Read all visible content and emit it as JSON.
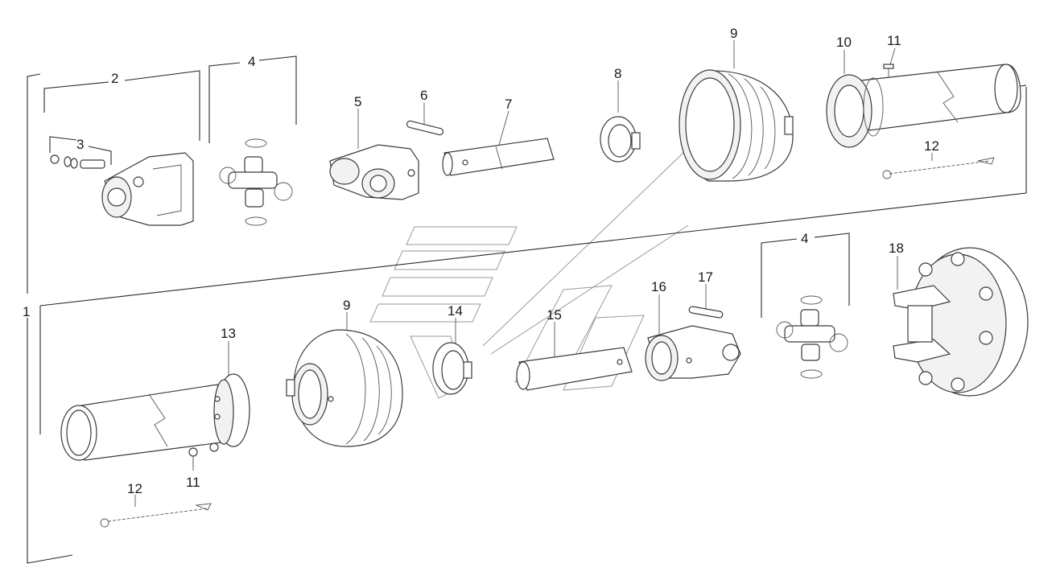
{
  "diagram": {
    "labels": {
      "l1": "1",
      "l2": "2",
      "l3": "3",
      "l4a": "4",
      "l4b": "4",
      "l5": "5",
      "l6": "6",
      "l7": "7",
      "l8": "8",
      "l9a": "9",
      "l9b": "9",
      "l10": "10",
      "l11a": "11",
      "l11b": "11",
      "l12a": "12",
      "l12b": "12",
      "l13": "13",
      "l14": "14",
      "l15": "15",
      "l16": "16",
      "l17": "17",
      "l18": "18"
    }
  }
}
